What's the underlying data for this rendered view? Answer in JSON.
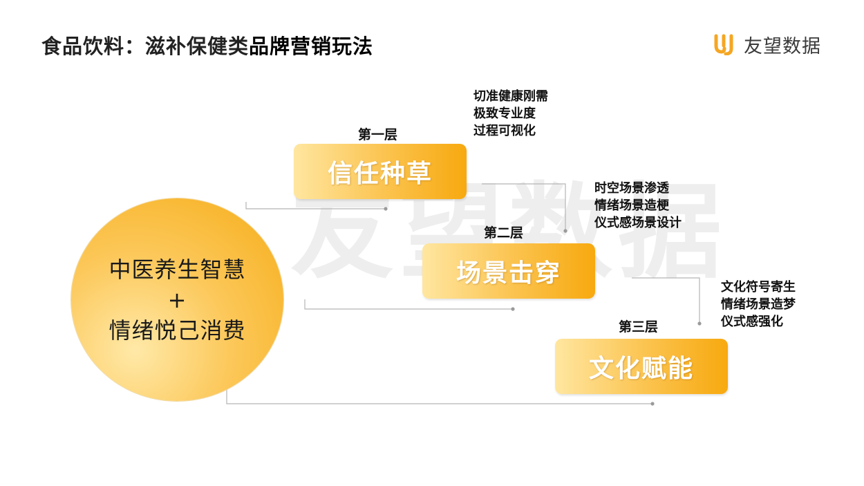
{
  "header": {
    "title_normal": "食品饮料：滋补保健类",
    "title_strong": "品牌营销玩法"
  },
  "logo": {
    "icon": "youwang-logo-icon",
    "text": "友望数据",
    "color": "#f5a623"
  },
  "watermark": {
    "text": "友望数据"
  },
  "center": {
    "line1": "中医养生智慧",
    "line2": "+",
    "line3": "情绪悦己消费"
  },
  "layers": [
    {
      "label": "第一层",
      "title": "信任种草",
      "notes": [
        "切准健康刚需",
        "极致专业度",
        "过程可视化"
      ]
    },
    {
      "label": "第二层",
      "title": "场景击穿",
      "notes": [
        "时空场景渗透",
        "情绪场景造梗",
        "仪式感场景设计"
      ]
    },
    {
      "label": "第三层",
      "title": "文化赋能",
      "notes": [
        "文化符号寄生",
        "情绪场景造梦",
        "仪式感强化"
      ]
    }
  ],
  "colors": {
    "accent": "#f7a90f",
    "accent_light": "#ffe6a0",
    "connector": "#b5b5b5"
  }
}
